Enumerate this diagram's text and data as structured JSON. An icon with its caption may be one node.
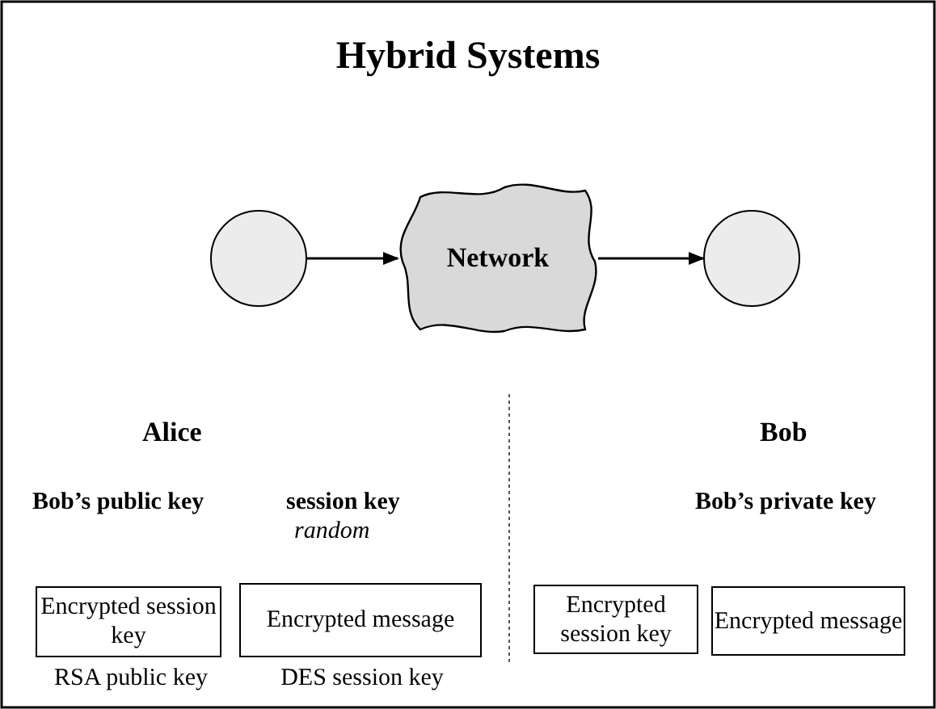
{
  "diagram": {
    "title": "Hybrid Systems",
    "nodes": [
      {
        "text": [],
        "shape": "circle"
      },
      {
        "text": [
          "Network"
        ]
      },
      {
        "text": [],
        "shape": "circle"
      },
      {
        "text": [
          "Encrypted session key"
        ],
        "beside": [
          "RSA public key"
        ]
      },
      {
        "text": [
          "Encrypted message"
        ],
        "beside": [
          "DES session key"
        ]
      },
      {
        "text": [
          "Encrypted session key"
        ]
      },
      {
        "text": [
          "Encrypted message"
        ]
      }
    ],
    "edges": [
      {
        "from": 0,
        "to": 1,
        "arrow": "to"
      },
      {
        "from": 1,
        "to": 2,
        "arrow": "to"
      }
    ],
    "labels": [
      "Alice",
      "Bob",
      "Bob’s public key",
      "session key",
      "Bob’s private key",
      "random"
    ]
  }
}
